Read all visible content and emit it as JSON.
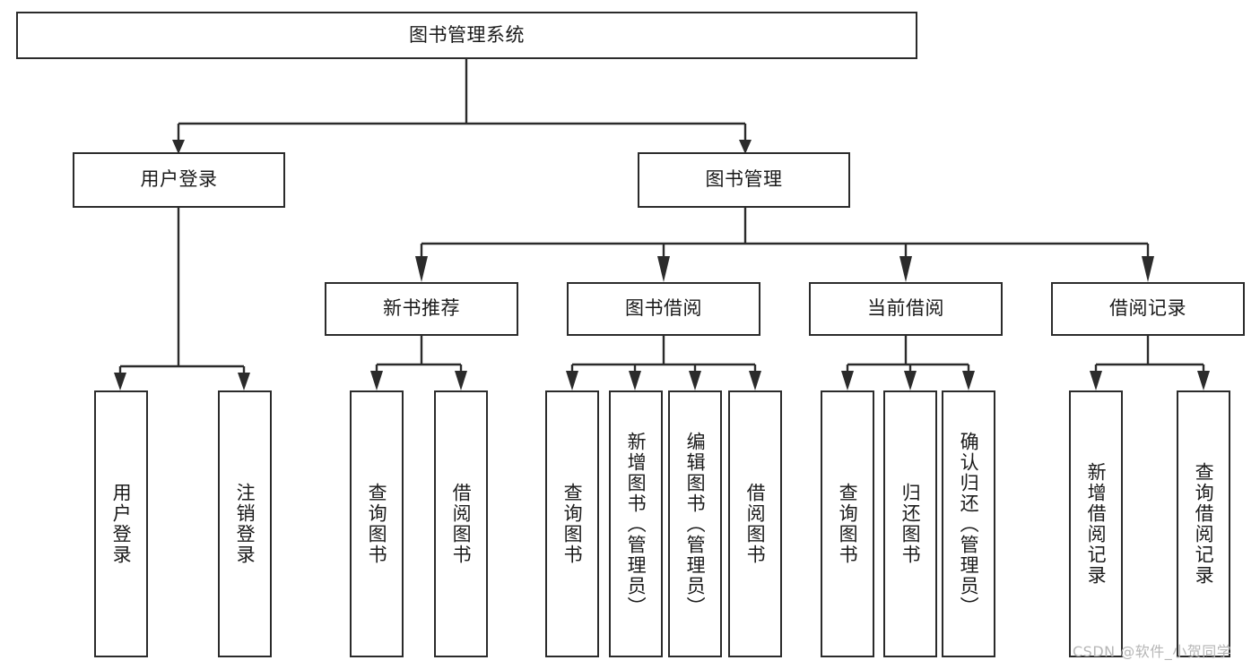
{
  "diagram": {
    "type": "tree-hierarchy",
    "root": {
      "id": "root",
      "label": "图书管理系统"
    },
    "level2": [
      {
        "id": "user-login",
        "label": "用户登录"
      },
      {
        "id": "book-management",
        "label": "图书管理"
      }
    ],
    "level3": [
      {
        "id": "new-book-recommend",
        "label": "新书推荐",
        "parent": "book-management"
      },
      {
        "id": "book-borrow",
        "label": "图书借阅",
        "parent": "book-management"
      },
      {
        "id": "current-borrow",
        "label": "当前借阅",
        "parent": "book-management"
      },
      {
        "id": "borrow-record",
        "label": "借阅记录",
        "parent": "book-management"
      }
    ],
    "leaves": {
      "user_login": [
        {
          "id": "leaf-user-login",
          "label": "用户登录"
        },
        {
          "id": "leaf-user-logout",
          "label": "注销登录"
        }
      ],
      "new_book_recommend": [
        {
          "id": "leaf-query-book-1",
          "label": "查询图书"
        },
        {
          "id": "leaf-borrow-book-1",
          "label": "借阅图书"
        }
      ],
      "book_borrow": [
        {
          "id": "leaf-query-book-2",
          "label": "查询图书"
        },
        {
          "id": "leaf-add-book",
          "label": "新增图书（管理员）"
        },
        {
          "id": "leaf-edit-book",
          "label": "编辑图书（管理员）"
        },
        {
          "id": "leaf-borrow-book-2",
          "label": "借阅图书"
        }
      ],
      "current_borrow": [
        {
          "id": "leaf-query-book-3",
          "label": "查询图书"
        },
        {
          "id": "leaf-return-book",
          "label": "归还图书"
        },
        {
          "id": "leaf-confirm-return",
          "label": "确认归还（管理员）"
        }
      ],
      "borrow_record": [
        {
          "id": "leaf-add-record",
          "label": "新增借阅记录"
        },
        {
          "id": "leaf-query-record",
          "label": "查询借阅记录"
        }
      ]
    },
    "colors": {
      "stroke": "#2b2b2b",
      "fill": "#ffffff",
      "text": "#1a1a1a",
      "watermark": "#b6b6b6"
    }
  },
  "watermark": {
    "text": "CSDN @软件_小贺同学"
  }
}
